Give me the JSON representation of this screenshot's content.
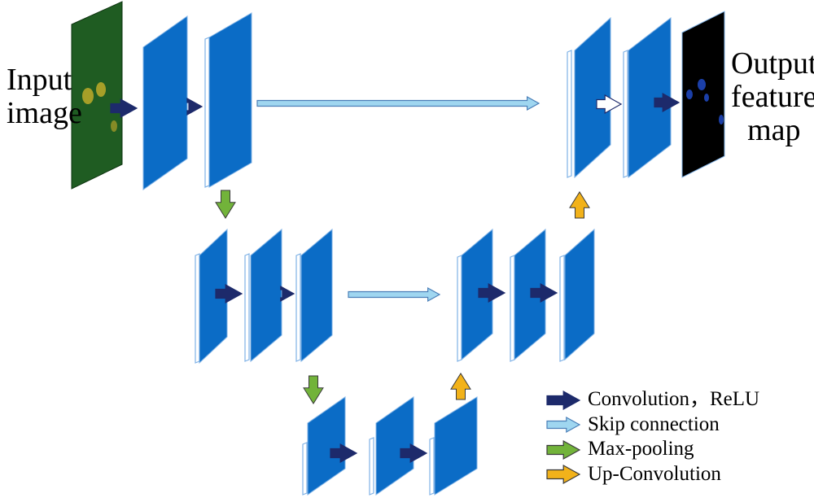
{
  "input_label": [
    "Input",
    "image"
  ],
  "output_label": [
    "Output",
    "feature",
    "map"
  ],
  "legend": [
    {
      "arrow": "conv",
      "label": "Convolution，ReLU"
    },
    {
      "arrow": "skip",
      "label": "Skip  connection"
    },
    {
      "arrow": "pool",
      "label": "Max-pooling"
    },
    {
      "arrow": "up",
      "label": "Up-Convolution"
    }
  ],
  "colors": {
    "layer": "#0b6cc6",
    "layer_edge": "#7fb2e6",
    "conv_arrow": "#1d2a6b",
    "skip_arrow": "#9fd6f0",
    "skip_edge": "#4a7fb8",
    "pool_arrow": "#72b33a",
    "up_arrow": "#f2b21a",
    "input_image": "#1f5c22",
    "output_image": "#000000",
    "output_blob": "#1b3fa8"
  }
}
